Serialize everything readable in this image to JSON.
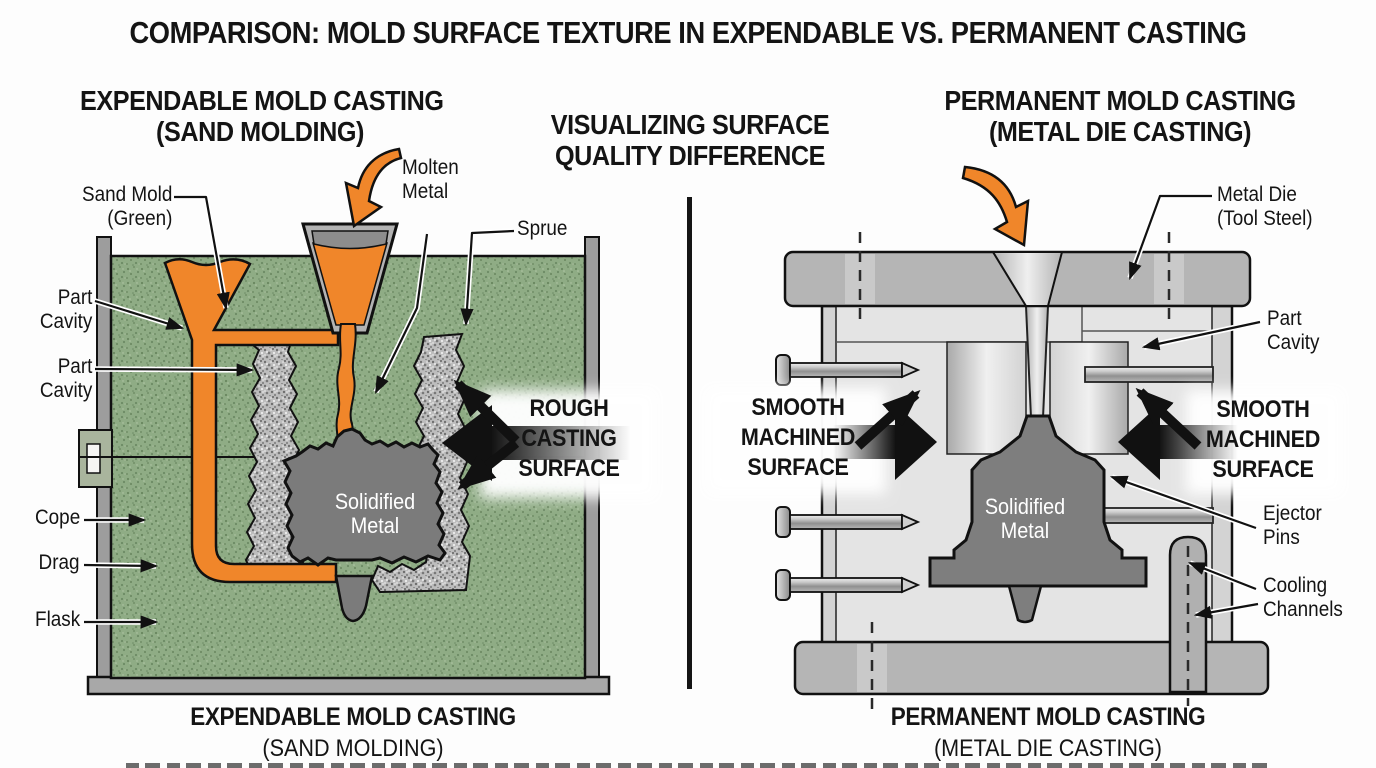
{
  "title": "COMPARISON: MOLD SURFACE TEXTURE IN EXPENDABLE VS. PERMANENT CASTING",
  "center": {
    "header1": "VISUALIZING SURFACE",
    "header2": "QUALITY DIFFERENCE"
  },
  "left_panel": {
    "header1": "EXPENDABLE MOLD CASTING",
    "header2": "(SAND MOLDING)",
    "caption1": "EXPENDABLE MOLD CASTING",
    "caption2": "(SAND MOLDING)",
    "labels": {
      "sand_mold1": "Sand Mold",
      "sand_mold2": "(Green)",
      "molten1": "Molten",
      "molten2": "Metal",
      "sprue": "Sprue",
      "part_cavity_1a": "Part",
      "part_cavity_1b": "Cavity",
      "part_cavity_2a": "Part",
      "part_cavity_2b": "Cavity",
      "cope": "Cope",
      "drag": "Drag",
      "flask": "Flask",
      "solidified1": "Solidified",
      "solidified2": "Metal"
    },
    "callout": {
      "line1": "ROUGH",
      "line2": "CASTING",
      "line3": "SURFACE"
    }
  },
  "right_panel": {
    "header1": "PERMANENT MOLD CASTING",
    "header2": "(METAL DIE CASTING)",
    "caption1": "PERMANENT MOLD CASTING",
    "caption2": "(METAL DIE CASTING)",
    "labels": {
      "metal_die1": "Metal Die",
      "metal_die2": "(Tool Steel)",
      "part_cavity_a": "Part",
      "part_cavity_b": "Cavity",
      "ejector1": "Ejector",
      "ejector2": "Pins",
      "cooling1": "Cooling",
      "cooling2": "Channels",
      "solidified1": "Solidified",
      "solidified2": "Metal"
    },
    "callout_left": {
      "line1": "SMOOTH",
      "line2": "MACHINED",
      "line3": "SURFACE"
    },
    "callout_right": {
      "line1": "SMOOTH",
      "line2": "MACHINED",
      "line3": "SURFACE"
    }
  },
  "colors": {
    "sand_green": "#8fac85",
    "molten_orange": "#f0862a",
    "solidified_gray": "#7b7b7b",
    "die_gray": "#d6d6d6",
    "plate_gray": "#b5b5b5",
    "rough_gray": "#bdbdbd",
    "flask_gray": "#9d9d9d",
    "ink": "#111111"
  }
}
